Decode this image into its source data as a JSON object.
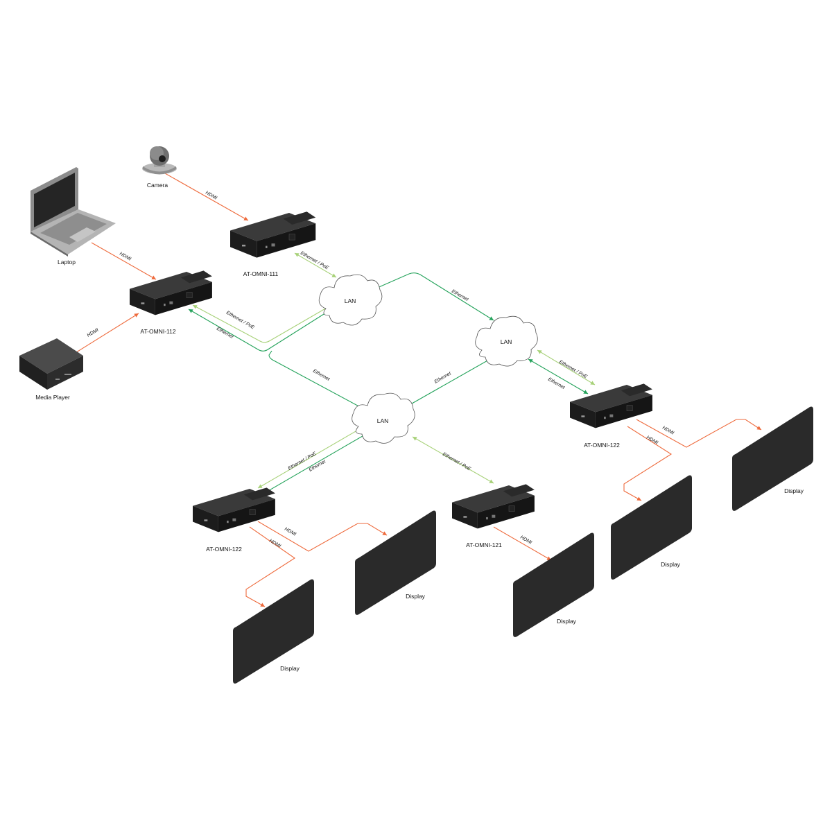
{
  "colors": {
    "hdmi": "#ee6a3c",
    "ethernet": "#23a25a",
    "ethernet_poe": "#a7d178",
    "device": "#1e1e1e",
    "display": "#2a2a2a"
  },
  "sources": {
    "camera": "Camera",
    "laptop": "Laptop",
    "media_player": "Media Player"
  },
  "devices": {
    "tx1": "AT-OMNI-111",
    "tx2": "AT-OMNI-112",
    "rx_right": "AT-OMNI-122",
    "rx_left": "AT-OMNI-122",
    "rx_mid": "AT-OMNI-121"
  },
  "clouds": {
    "lan1": "LAN",
    "lan2": "LAN",
    "lan3": "LAN"
  },
  "displays": {
    "d1": "Display",
    "d2": "Display",
    "d3": "Display",
    "d4": "Display",
    "d5": "Display"
  },
  "links": {
    "hdmi": "HDMI",
    "ethernet": "Ethernet",
    "ethernet_poe": "Ethernet / PoE"
  }
}
